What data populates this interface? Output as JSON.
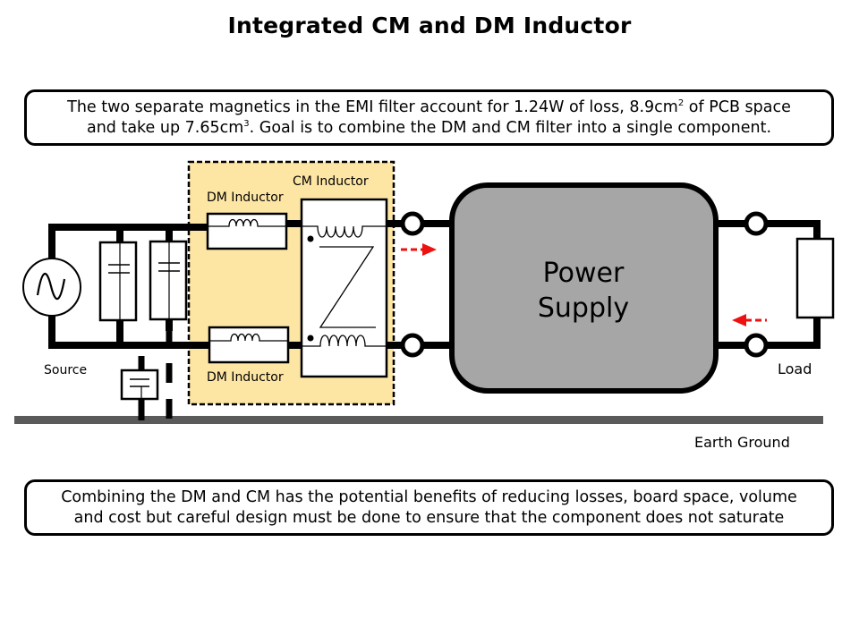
{
  "title": "Integrated CM and DM Inductor",
  "callout_top": {
    "line1_a": "The two separate magnetics in the EMI filter account for 1.24W of loss, 8.9cm",
    "line1_sup": "2",
    "line1_b": " of PCB space",
    "line2_a": "and take up 7.65cm",
    "line2_sup": "3",
    "line2_b": ". Goal is to combine the DM and CM filter into a single component."
  },
  "callout_bottom": {
    "line1": "Combining the DM and CM has the potential benefits of reducing losses, board space, volume",
    "line2": "and cost but careful design must be done to ensure that the component does not saturate"
  },
  "diagram": {
    "labels": {
      "source": "Source",
      "dm_inductor_top": "DM Inductor",
      "dm_inductor_bottom": "DM Inductor",
      "cm_inductor": "CM Inductor",
      "power_supply_line1": "Power",
      "power_supply_line2": "Supply",
      "load": "Load",
      "earth_ground": "Earth Ground"
    },
    "colors": {
      "filter_highlight": "#fde6a4",
      "power_supply_fill": "#a6a6a6",
      "ground_bar": "#5a5a5a",
      "current_arrow": "#ee1111"
    }
  }
}
